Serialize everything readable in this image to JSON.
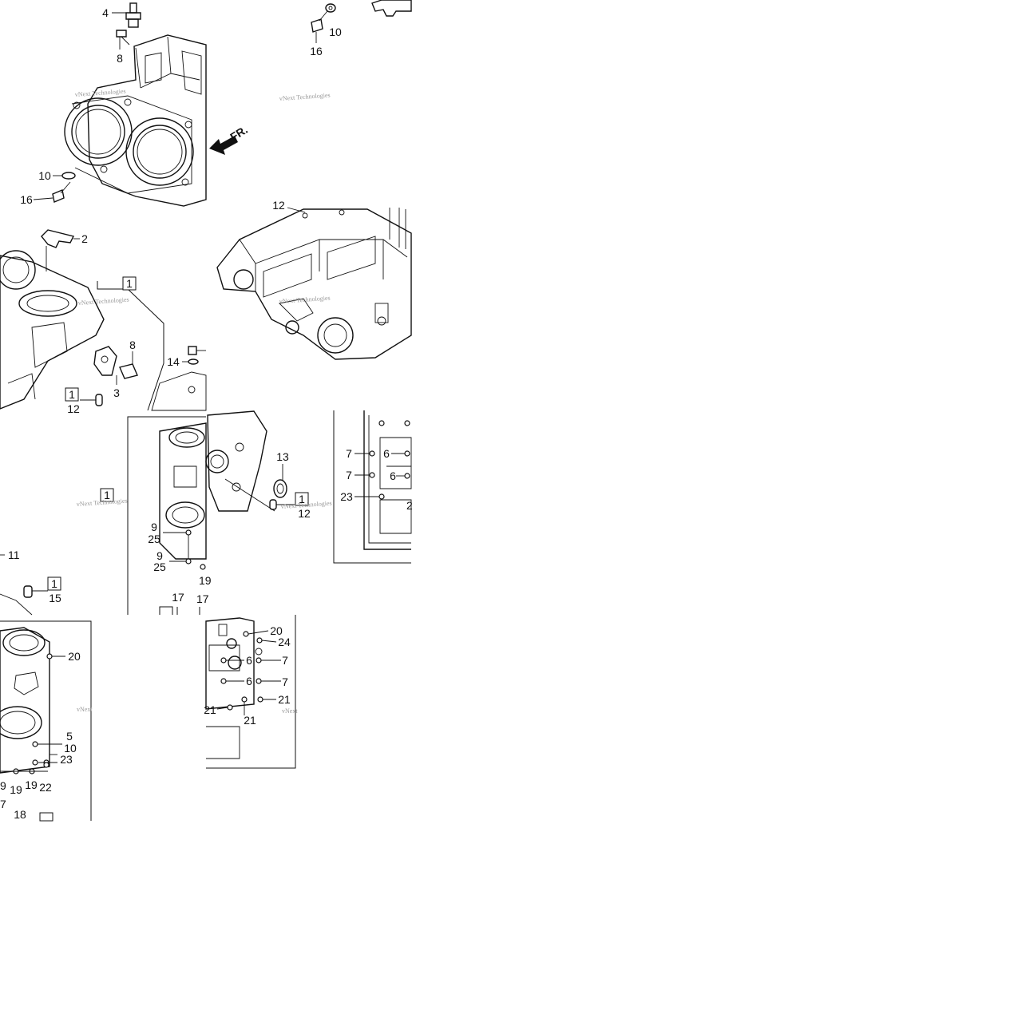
{
  "fr_label": "FR.",
  "watermark": "vNext Technologies",
  "watermark_short": "vNext",
  "callouts": [
    {
      "id": "c-4-top",
      "text": "4"
    },
    {
      "id": "c-8-top",
      "text": "8"
    },
    {
      "id": "c-10-topright",
      "text": "10"
    },
    {
      "id": "c-16-topright",
      "text": "16"
    },
    {
      "id": "c-10-left",
      "text": "10"
    },
    {
      "id": "c-16-left",
      "text": "16"
    },
    {
      "id": "c-12-crankcase",
      "text": "12"
    },
    {
      "id": "c-2",
      "text": "2"
    },
    {
      "id": "c-8-mid",
      "text": "8"
    },
    {
      "id": "c-3",
      "text": "3"
    },
    {
      "id": "c-14",
      "text": "14"
    },
    {
      "id": "c-12-mid",
      "text": "12"
    },
    {
      "id": "c-13",
      "text": "13"
    },
    {
      "id": "c-12-right",
      "text": "12"
    },
    {
      "id": "c-9-a",
      "text": "9"
    },
    {
      "id": "c-25-a",
      "text": "25"
    },
    {
      "id": "c-9-b",
      "text": "9"
    },
    {
      "id": "c-25-b",
      "text": "25"
    },
    {
      "id": "c-19-a",
      "text": "19"
    },
    {
      "id": "c-17-a",
      "text": "17"
    },
    {
      "id": "c-17-b",
      "text": "17"
    },
    {
      "id": "c-11",
      "text": "11"
    },
    {
      "id": "c-15",
      "text": "15"
    },
    {
      "id": "c-7-a",
      "text": "7"
    },
    {
      "id": "c-6-a",
      "text": "6"
    },
    {
      "id": "c-7-b",
      "text": "7"
    },
    {
      "id": "c-6-b",
      "text": "6"
    },
    {
      "id": "c-23-right",
      "text": "23"
    },
    {
      "id": "c-2-partial",
      "text": "2"
    },
    {
      "id": "c-20-left",
      "text": "20"
    },
    {
      "id": "c-5",
      "text": "5"
    },
    {
      "id": "c-10-bottom",
      "text": "10"
    },
    {
      "id": "c-23-bottom",
      "text": "23"
    },
    {
      "id": "c-9-bottom",
      "text": "9"
    },
    {
      "id": "c-19-b",
      "text": "19"
    },
    {
      "id": "c-19-c",
      "text": "19"
    },
    {
      "id": "c-22",
      "text": "22"
    },
    {
      "id": "c-7-bottom",
      "text": "7"
    },
    {
      "id": "c-18",
      "text": "18"
    },
    {
      "id": "c-20-right",
      "text": "20"
    },
    {
      "id": "c-24",
      "text": "24"
    },
    {
      "id": "c-6-c",
      "text": "6"
    },
    {
      "id": "c-7-c",
      "text": "7"
    },
    {
      "id": "c-6-d",
      "text": "6"
    },
    {
      "id": "c-7-d",
      "text": "7"
    },
    {
      "id": "c-21-a",
      "text": "21"
    },
    {
      "id": "c-21-b",
      "text": "21"
    },
    {
      "id": "c-21-c",
      "text": "21"
    }
  ],
  "boxed_labels": [
    {
      "id": "b-1-a",
      "text": "1"
    },
    {
      "id": "b-1-b",
      "text": "1"
    },
    {
      "id": "b-1-c",
      "text": "1"
    },
    {
      "id": "b-1-d",
      "text": "1"
    },
    {
      "id": "b-1-e",
      "text": "1"
    }
  ]
}
